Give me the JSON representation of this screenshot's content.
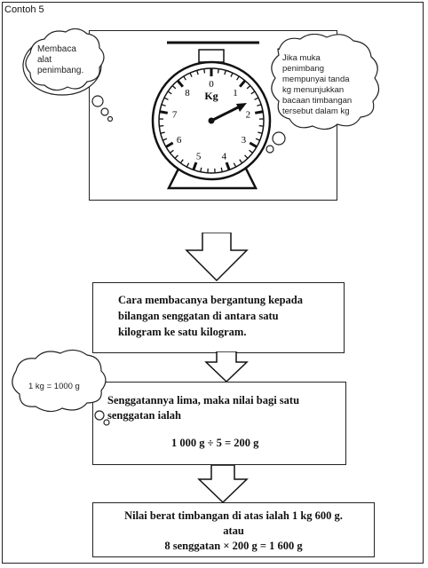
{
  "label": "Contoh 5",
  "cloud_left": {
    "lines": [
      "Membaca",
      "alat",
      "penimbang."
    ]
  },
  "cloud_right": {
    "lines": [
      "Jika muka",
      "penimbang",
      "mempunyai tanda",
      "kg menunjukkan",
      "bacaan timbangan",
      "tersebut dalam kg"
    ]
  },
  "scale": {
    "unit": "Kg",
    "numbers": [
      "0",
      "1",
      "2",
      "3",
      "4",
      "5",
      "6",
      "7",
      "8"
    ]
  },
  "box1": {
    "lines": [
      "Cara membacanya bergantung kepada",
      "bilangan senggatan di antara satu",
      "kilogram ke satu kilogram."
    ]
  },
  "cloud_small": {
    "text": "1 kg = 1000 g"
  },
  "box2": {
    "lines": [
      "Senggatannya lima, maka nilai bagi satu",
      "senggatan ialah"
    ],
    "equation": "1 000 g  ÷ 5 = 200 g"
  },
  "box3": {
    "line1": "Nilai berat timbangan di atas ialah 1 kg 600 g.",
    "line2": "atau",
    "line3": "8 senggatan × 200 g = 1 600 g"
  }
}
